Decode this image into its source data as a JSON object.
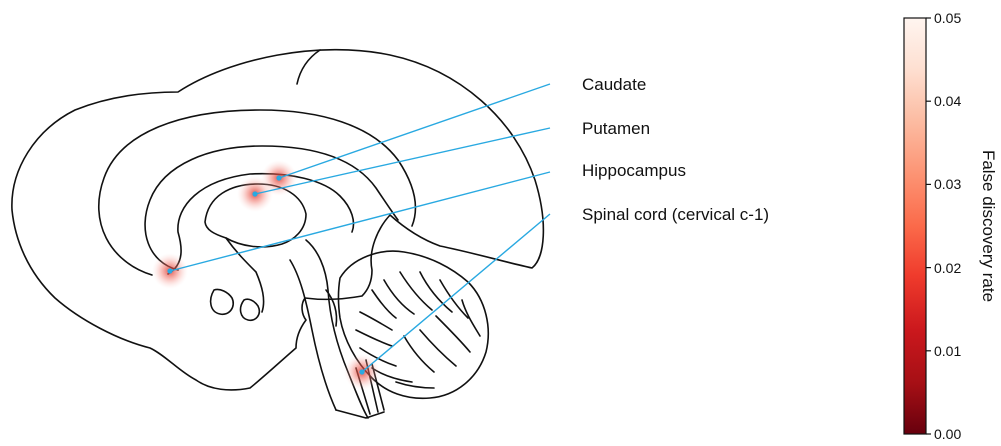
{
  "regions": [
    {
      "label": "Caudate",
      "color": "#e8544a"
    },
    {
      "label": "Putamen",
      "color": "#e8544a"
    },
    {
      "label": "Hippocampus",
      "color": "#d94b45"
    },
    {
      "label": "Spinal cord (cervical c-1)",
      "color": "#e8675a"
    }
  ],
  "colorbar": {
    "title": "False discovery rate",
    "ticks": [
      "0.00",
      "0.01",
      "0.02",
      "0.03",
      "0.04",
      "0.05"
    ],
    "range": [
      0.0,
      0.05
    ],
    "colors": [
      "#67000d",
      "#a50f15",
      "#cb181d",
      "#ef3b2c",
      "#fb6a4a",
      "#fc9272",
      "#fcbba1",
      "#fee0d2",
      "#fff5f0"
    ]
  },
  "leader_color": "#29a9e1"
}
